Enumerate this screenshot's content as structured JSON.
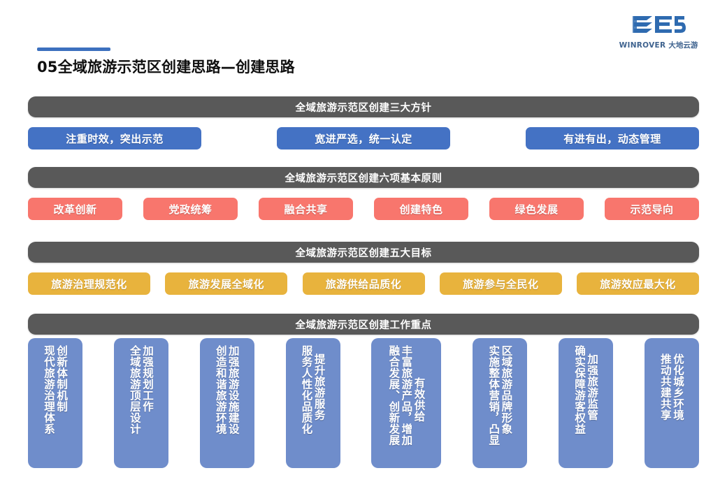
{
  "brand": {
    "logo_icon": "winrover-logo-icon",
    "name_en": "WINROVER",
    "name_cn": "大地云游",
    "accent_color": "#3c70be"
  },
  "header": {
    "accent_color": "#3c70be",
    "title": "05全域旅游示范区创建思路—创建思路"
  },
  "sections": [
    {
      "banner": "全域旅游示范区创建三大方针",
      "style": "blue",
      "color": "#4472c4",
      "items": [
        "注重时效，突出示范",
        "宽进严选，统一认定",
        "有进有出，动态管理"
      ]
    },
    {
      "banner": "全域旅游示范区创建六项基本原则",
      "style": "red",
      "color": "#f8766d",
      "items": [
        "改革创新",
        "党政统筹",
        "融合共享",
        "创建特色",
        "绿色发展",
        "示范导向"
      ]
    },
    {
      "banner": "全域旅游示范区创建五大目标",
      "style": "yellow",
      "color": "#e8b33d",
      "items": [
        "旅游治理规范化",
        "旅游发展全域化",
        "旅游供给品质化",
        "旅游参与全民化",
        "旅游效应最大化"
      ]
    }
  ],
  "focus": {
    "banner": "全域旅游示范区创建工作重点",
    "color": "#6f8dcb",
    "cards": [
      {
        "width": "narrow",
        "lines": [
          "创新体制机制",
          "现代旅游治理体系"
        ]
      },
      {
        "width": "narrow",
        "lines": [
          "加强规划工作",
          "全域旅游顶层设计"
        ]
      },
      {
        "width": "narrow",
        "lines": [
          "加强旅游设施建设",
          "创造和谐旅游环境"
        ]
      },
      {
        "width": "narrow",
        "lines": [
          "提升旅游服务",
          "服务人性化品质化"
        ]
      },
      {
        "width": "wide",
        "lines": [
          "融合发展、创新发展",
          "丰富旅游产品，增加",
          "有效供给"
        ]
      },
      {
        "width": "narrow",
        "lines": [
          "实施整体营销，凸显",
          "区域旅游品牌形象"
        ]
      },
      {
        "width": "narrow",
        "lines": [
          "加强旅游监管",
          "确实保障游客权益"
        ]
      },
      {
        "width": "narrow",
        "lines": [
          "优化城乡环境",
          "推动共建共享"
        ]
      }
    ]
  },
  "banner_color": "#595959"
}
